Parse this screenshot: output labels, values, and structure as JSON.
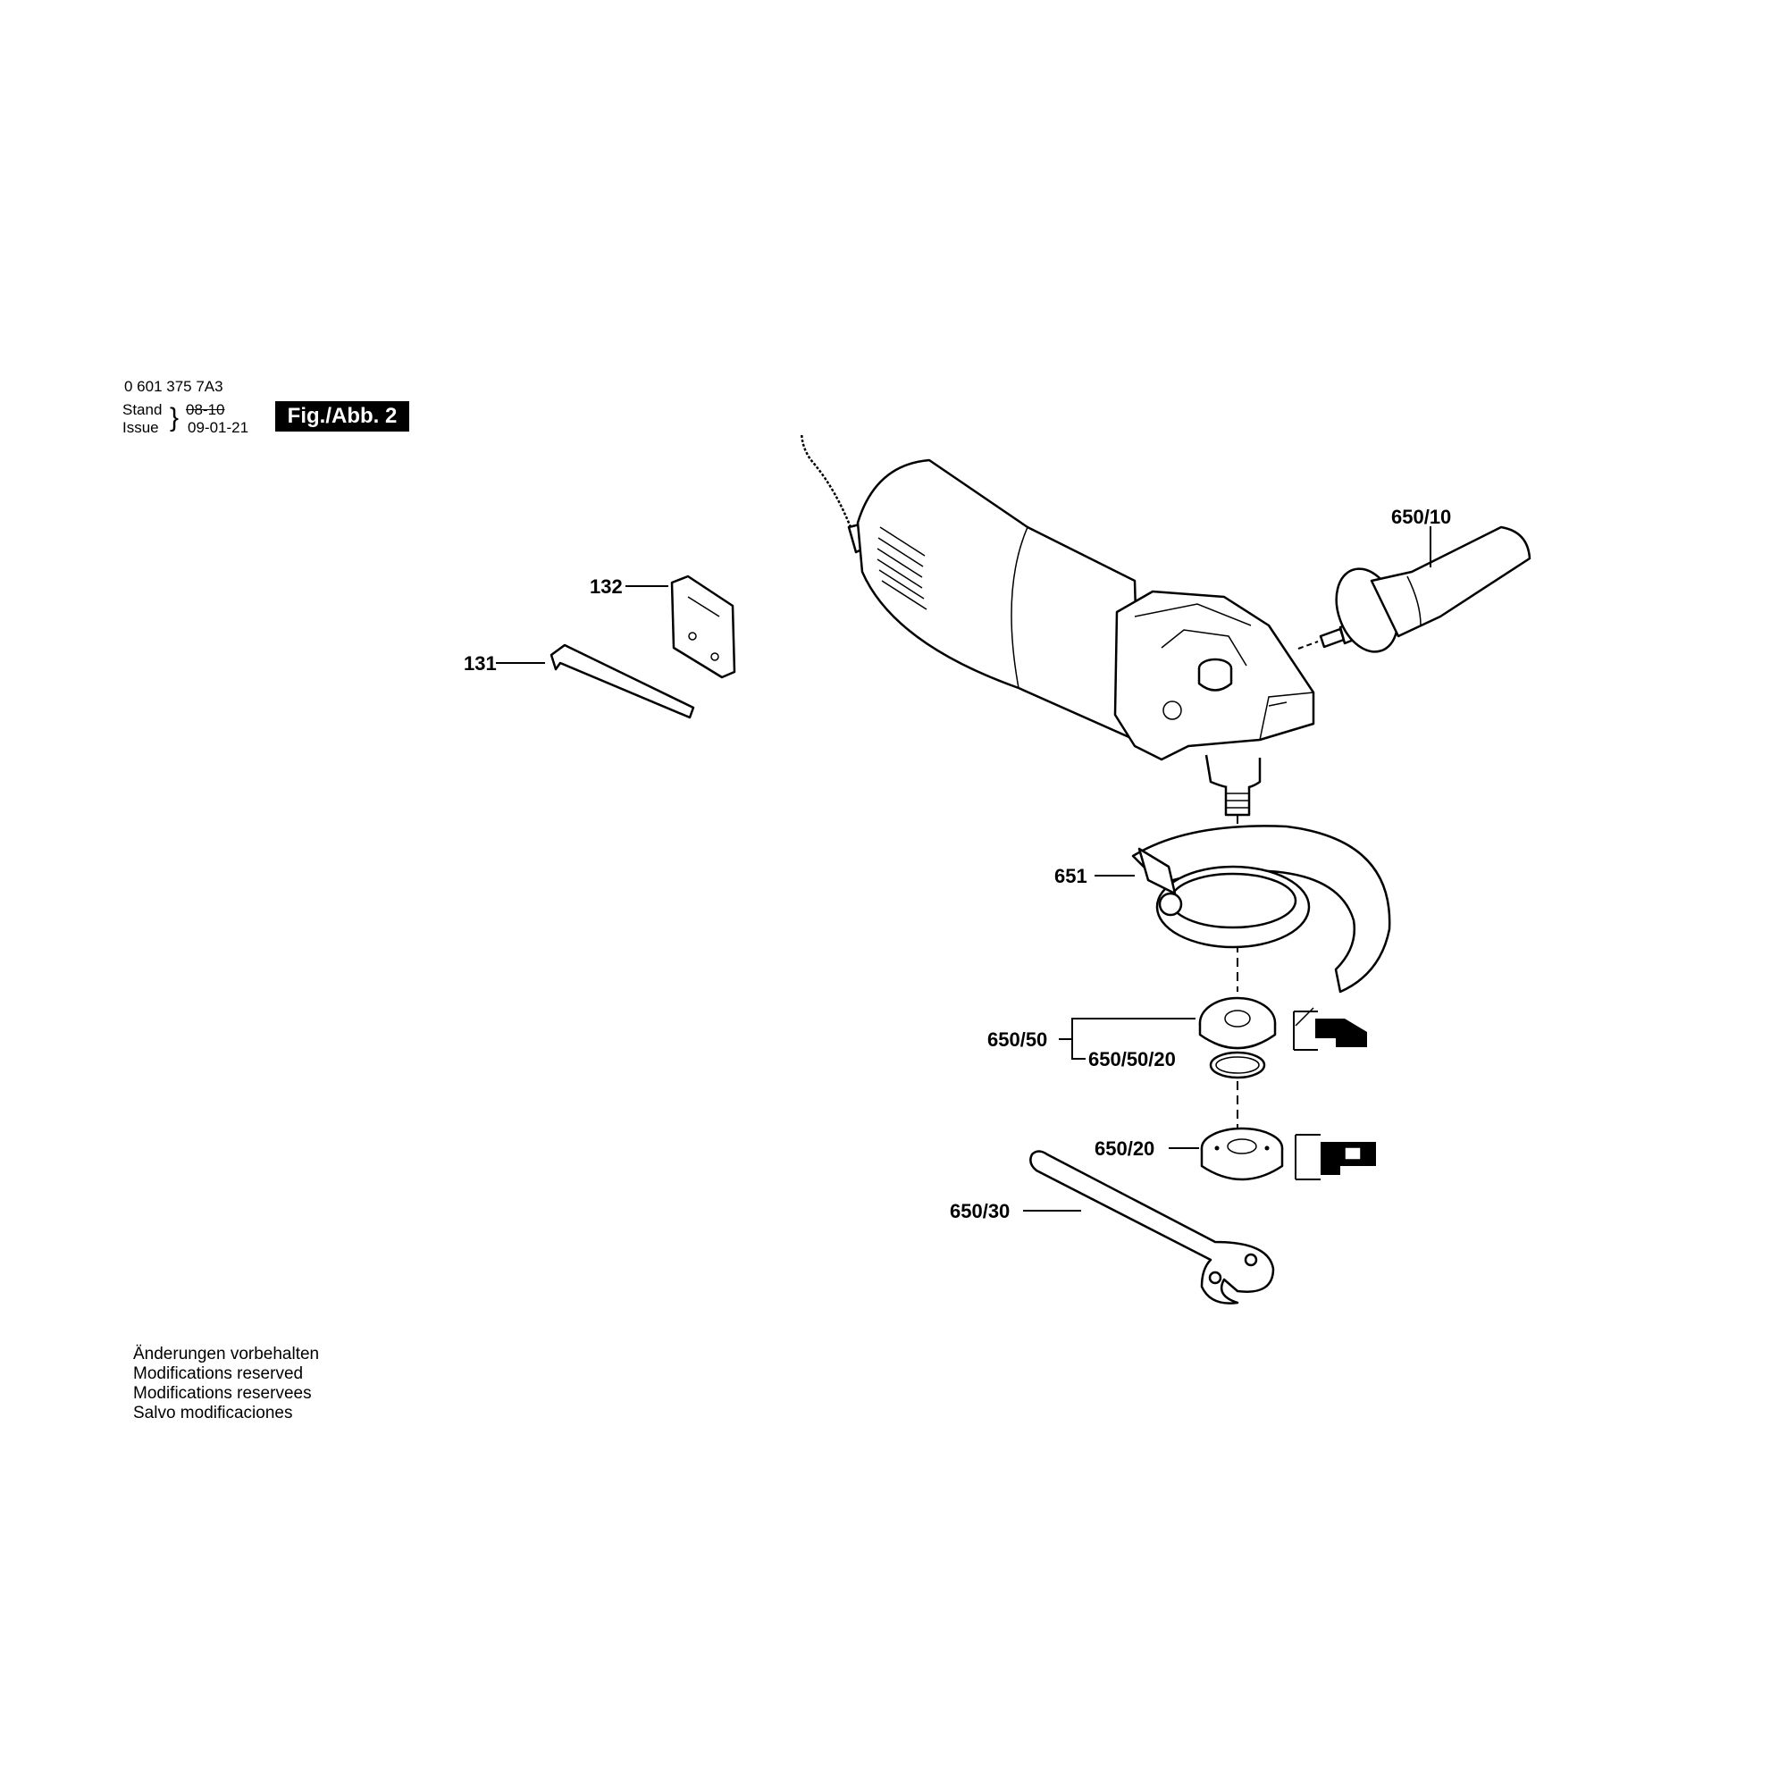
{
  "header": {
    "part_number": "0 601 375 7A3",
    "stand_label": "Stand",
    "stand_value": "08-10",
    "issue_label": "Issue",
    "issue_value": "09-01-21",
    "fig_label": "Fig./Abb. 2"
  },
  "parts": {
    "p132": "132",
    "p131": "131",
    "p650_10": "650/10",
    "p651": "651",
    "p650_50": "650/50",
    "p650_50_20": "650/50/20",
    "p650_20": "650/20",
    "p650_30": "650/30"
  },
  "notes": [
    "Änderungen vorbehalten",
    "Modifications reserved",
    "Modifications reservees",
    "Salvo modificaciones"
  ]
}
